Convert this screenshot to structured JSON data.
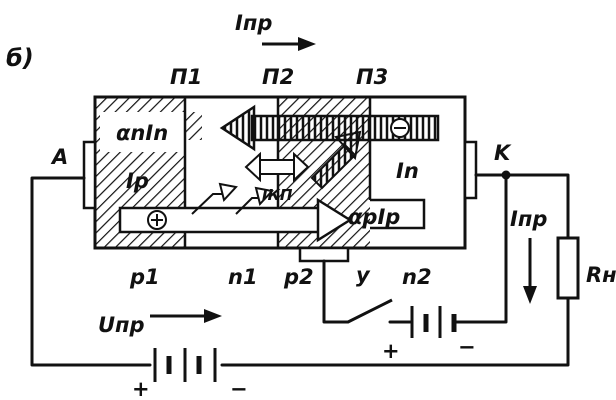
{
  "labels": {
    "figure": "б)",
    "current_top": "Iпр",
    "junction_p1": "П1",
    "junction_p2": "П2",
    "junction_p3": "П3",
    "anode": "A",
    "cathode": "K",
    "alpha_n_in": "αnIn",
    "i_p": "Ip",
    "i_n": "In",
    "i_k_mid": "IКП",
    "alpha_p_ip": "αpIp",
    "region_p1": "p1",
    "region_n1": "n1",
    "region_p2": "p2",
    "region_n2": "n2",
    "control": "у",
    "u_pr": "Uпр",
    "current_right": "Iпр",
    "load": "Rн",
    "plus_bottom": "+",
    "minus_bottom": "−",
    "plus_control": "+",
    "minus_control": "−",
    "plus_sign": "⊕",
    "minus_sign": "⊖"
  },
  "colors": {
    "ink": "#111111",
    "paper": "#ffffff"
  }
}
